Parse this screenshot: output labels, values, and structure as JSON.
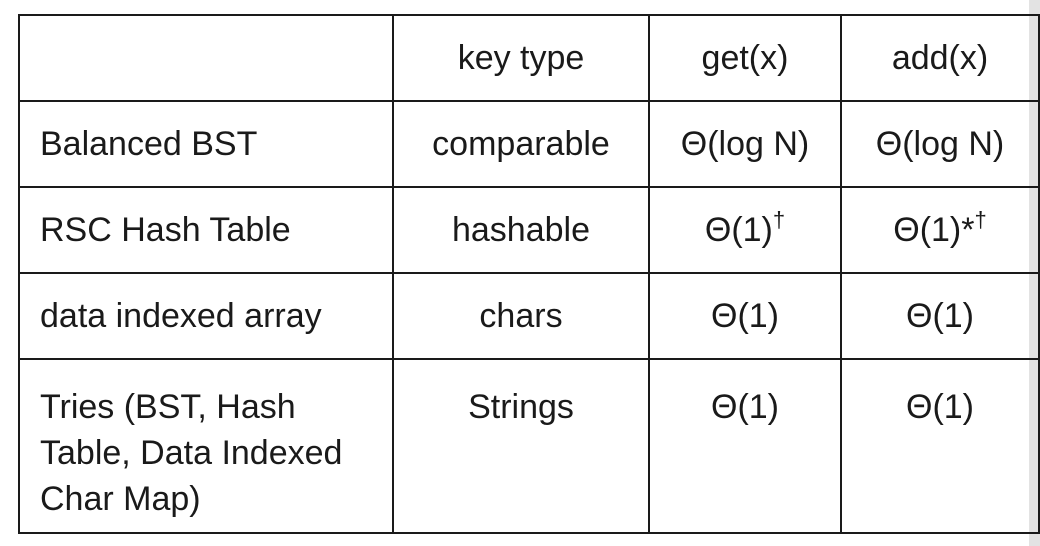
{
  "title": "",
  "table": {
    "headers": [
      "",
      "key type",
      "get(x)",
      "add(x)"
    ],
    "rows": [
      {
        "structure": "Balanced BST",
        "key_type": "comparable",
        "get": "Θ(log N)",
        "get_mark": "",
        "add": "Θ(log N)",
        "add_mark": ""
      },
      {
        "structure": "RSC Hash Table",
        "key_type": "hashable",
        "get": "Θ(1)",
        "get_mark": "†",
        "add": "Θ(1)*",
        "add_mark": "†"
      },
      {
        "structure": "data indexed array",
        "key_type": "chars",
        "get": "Θ(1)",
        "get_mark": "",
        "add": "Θ(1)",
        "add_mark": ""
      },
      {
        "structure_lines": [
          "Tries (BST, Hash",
          "Table, Data Indexed",
          "Char Map)"
        ],
        "key_type": "Strings",
        "get": "Θ(1)",
        "get_mark": "",
        "add": "Θ(1)",
        "add_mark": ""
      }
    ]
  }
}
